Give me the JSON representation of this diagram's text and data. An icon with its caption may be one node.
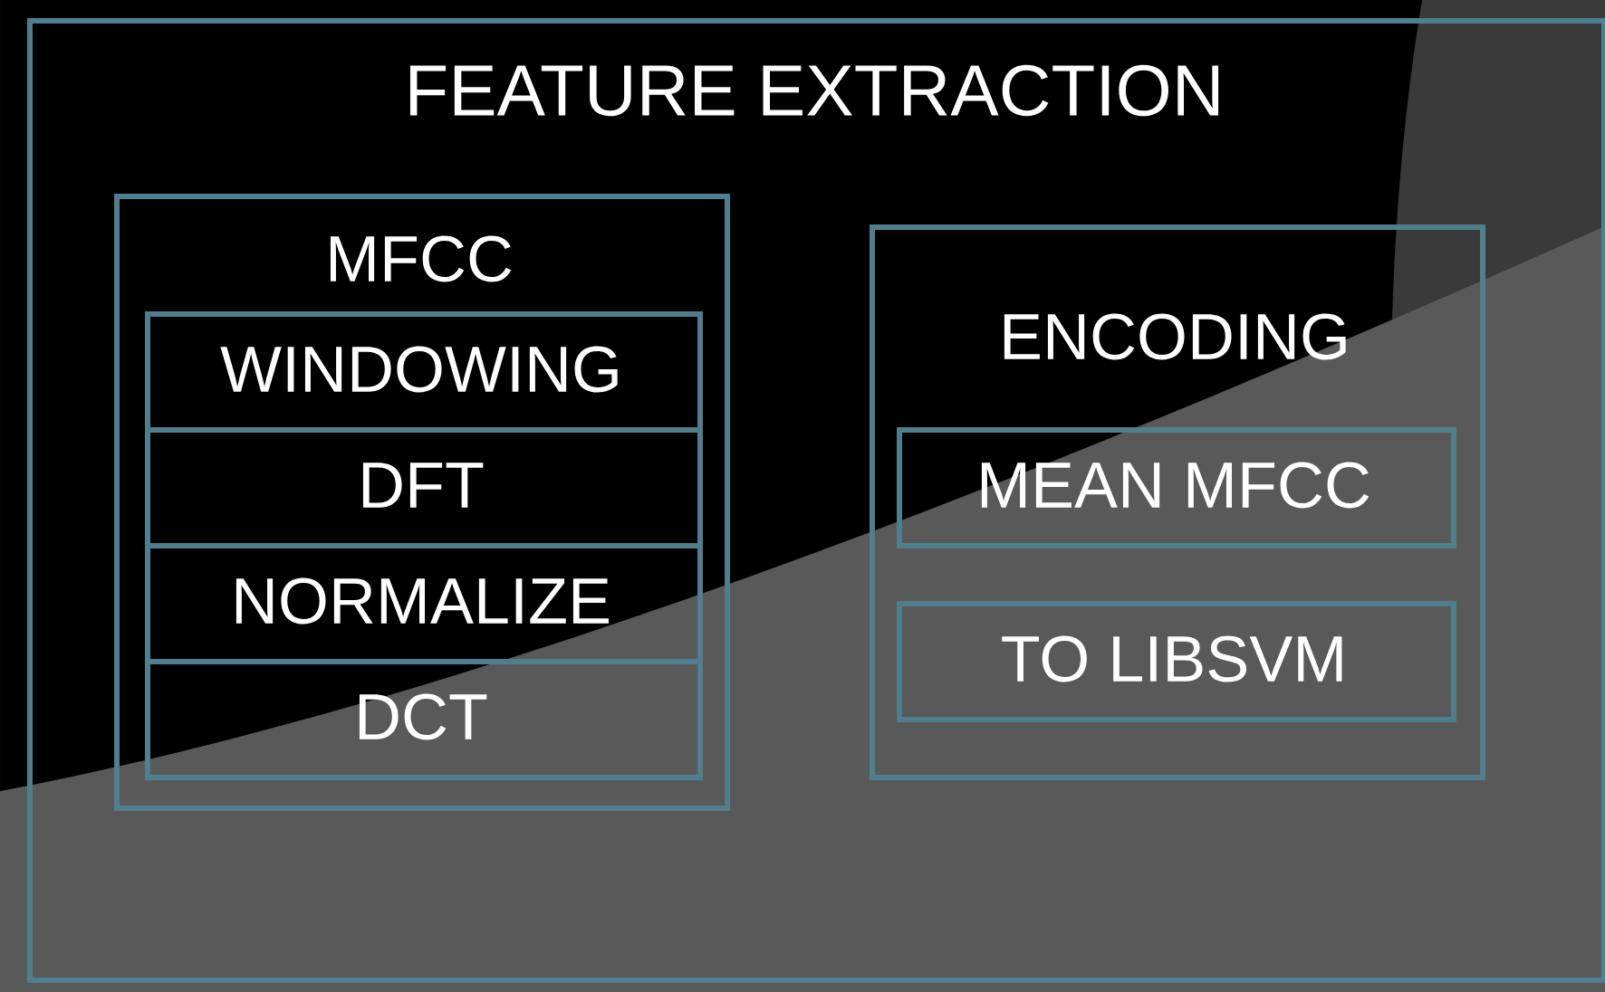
{
  "diagram": {
    "nodes": [
      {
        "text": [
          "FEATURE EXTRACTION"
        ]
      },
      {
        "text": [
          "MFCC"
        ],
        "in": 0
      },
      {
        "text": [
          "WINDOWING"
        ],
        "in": 1
      },
      {
        "text": [
          "DFT"
        ],
        "in": 1
      },
      {
        "text": [
          "NORMALIZE"
        ],
        "in": 1
      },
      {
        "text": [
          "DCT"
        ],
        "in": 1
      },
      {
        "text": [
          "ENCODING"
        ],
        "in": 0
      },
      {
        "text": [
          "MEAN MFCC"
        ],
        "in": 6
      },
      {
        "text": [
          "TO LIBSVM"
        ],
        "in": 6
      }
    ]
  }
}
